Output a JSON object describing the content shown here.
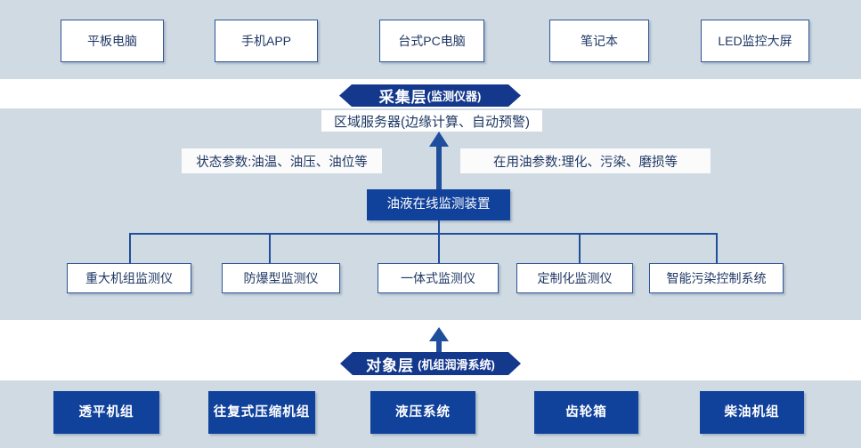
{
  "palette": {
    "band_bg": "#cfdae3",
    "page_bg": "#ffffff",
    "node_fill_dark": "#10419b",
    "banner_fill": "#13388c",
    "outline_blue": "#2e5496",
    "text_dark_blue": "#1f3864",
    "line_blue": "#1f4e9c",
    "text_white": "#ffffff"
  },
  "presentation_layer": {
    "devices": [
      {
        "label": "平板电脑"
      },
      {
        "label": "手机APP"
      },
      {
        "label": "台式PC电脑"
      },
      {
        "label": "笔记本"
      },
      {
        "label": "LED监控大屏"
      }
    ]
  },
  "collection_layer": {
    "banner": {
      "title": "采集层",
      "subtitle": "(监测仪器)"
    },
    "server_label": "区域服务器(边缘计算、自动预警)",
    "parameters": [
      {
        "label": "状态参数:油温、油压、油位等"
      },
      {
        "label": "在用油参数:理化、污染、磨损等"
      }
    ],
    "device_node": "油液在线监测装置",
    "monitor_types": [
      {
        "label": "重大机组监测仪"
      },
      {
        "label": "防爆型监测仪"
      },
      {
        "label": "一体式监测仪"
      },
      {
        "label": "定制化监测仪"
      },
      {
        "label": "智能污染控制系统"
      }
    ]
  },
  "object_layer": {
    "banner": {
      "title": "对象层",
      "subtitle": "(机组润滑系统)"
    },
    "objects": [
      {
        "label": "透平机组"
      },
      {
        "label": "往复式压缩机组"
      },
      {
        "label": "液压系统"
      },
      {
        "label": "齿轮箱"
      },
      {
        "label": "柴油机组"
      }
    ]
  }
}
